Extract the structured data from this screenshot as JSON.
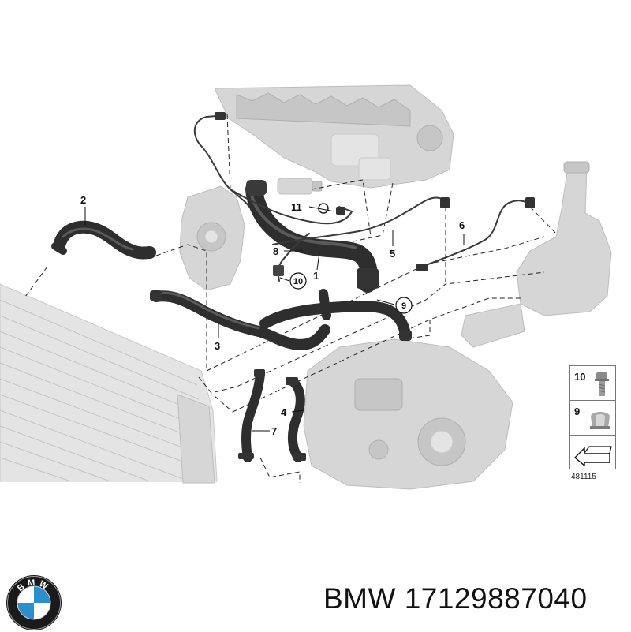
{
  "callouts": {
    "c1": "1",
    "c2": "2",
    "c3": "3",
    "c4": "4",
    "c5": "5",
    "c6": "6",
    "c7": "7",
    "c8": "8",
    "c9": "9",
    "c10": "10",
    "c11": "11"
  },
  "legend": {
    "item10": "10",
    "item9": "9"
  },
  "diagram_code": "481115",
  "brand_text": "BMW 17129887040",
  "logo_letters": "BMW",
  "colors": {
    "hose": "#2e2e2e",
    "ghost_part": "#d6d6d6",
    "logo_blue": "#2d8ecb",
    "logo_ring": "#1a1a1a"
  }
}
